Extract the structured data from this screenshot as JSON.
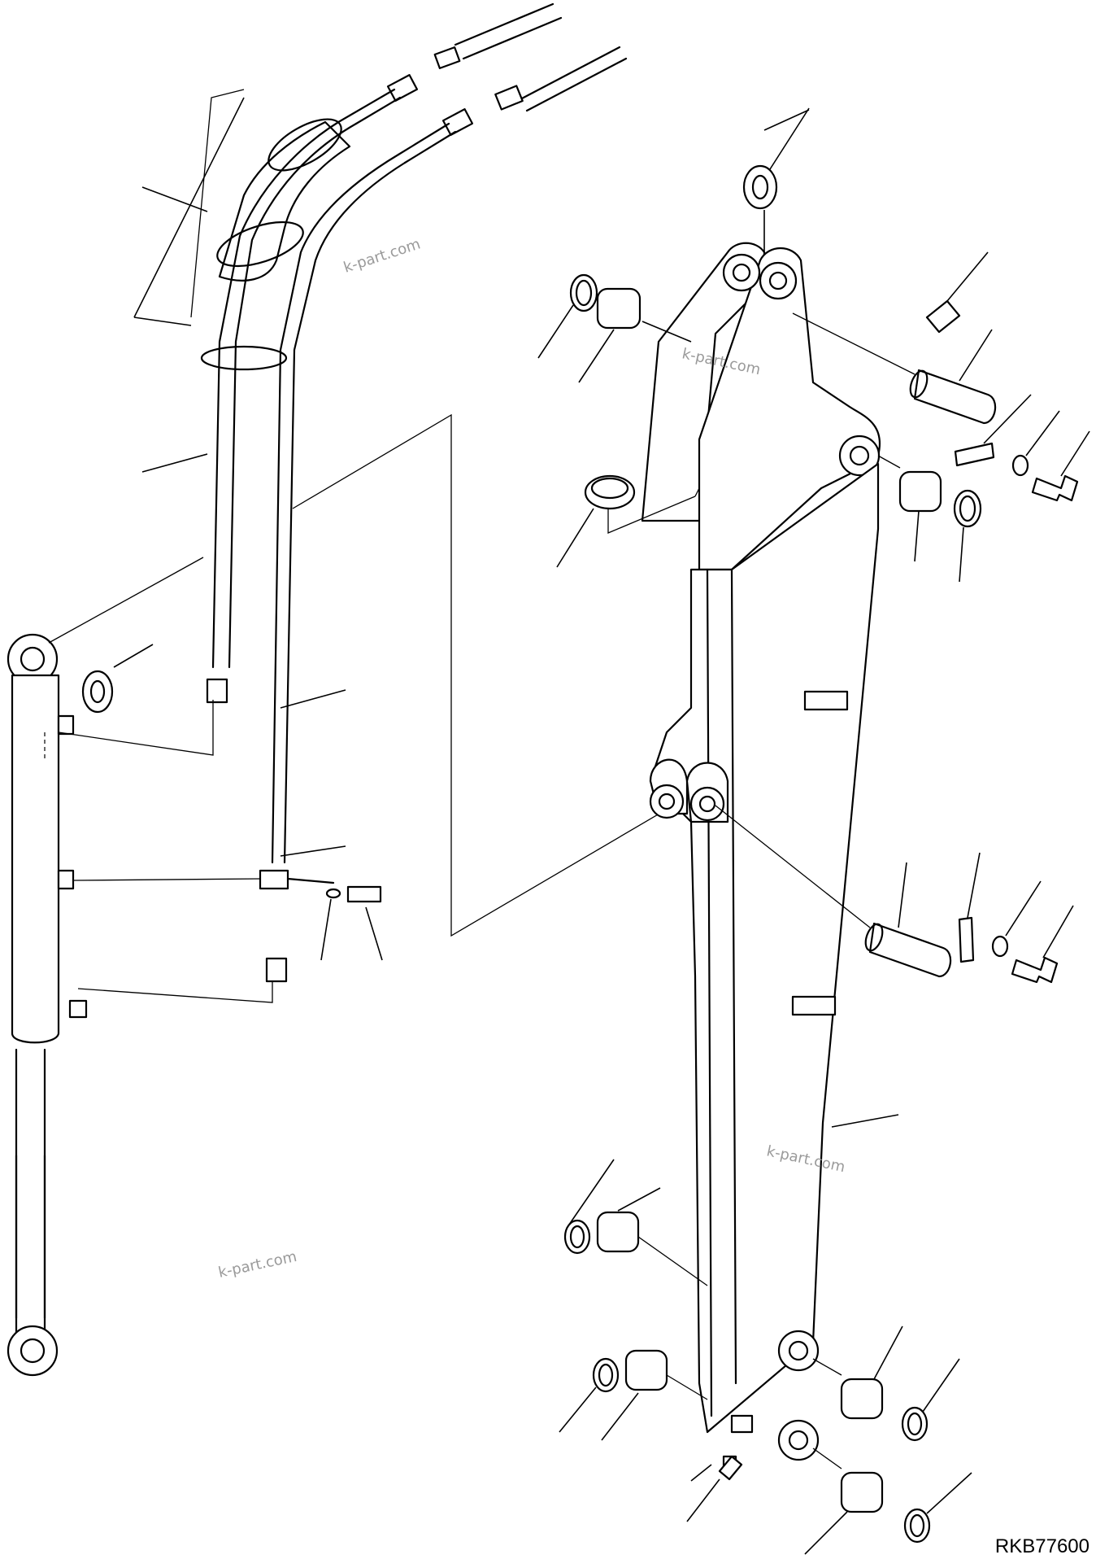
{
  "watermarks": [
    "k-part.com",
    "k-part.com",
    "k-part.com",
    "k-part.com"
  ],
  "drawing_code": "RKB77600"
}
